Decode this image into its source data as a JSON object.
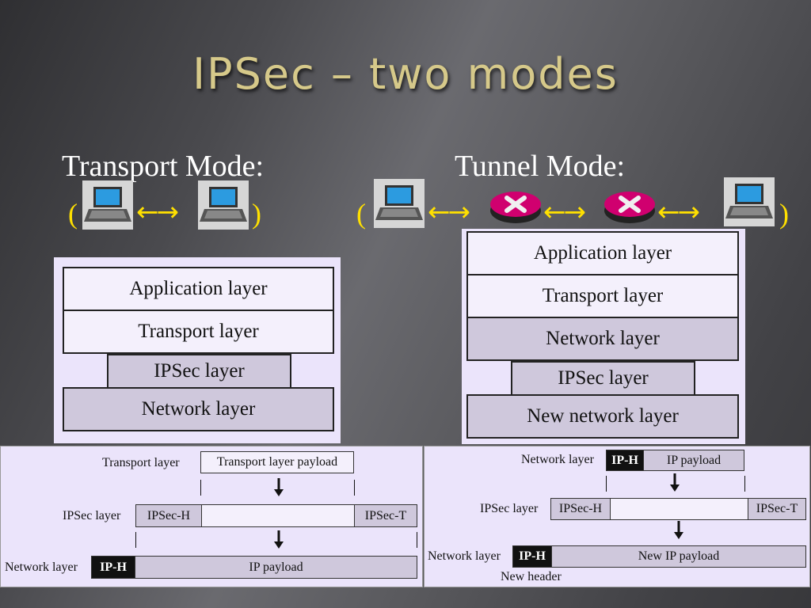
{
  "slide": {
    "title": "IPSec – two modes",
    "colors": {
      "title": "#d6c98a",
      "arrows": "#ffe000",
      "panel": "#ebe4fb",
      "router": "#d0006f"
    }
  },
  "transport": {
    "label": "Transport Mode:",
    "open_paren": "(",
    "close_paren": ")",
    "arrows": "←→",
    "icons": [
      "laptop-icon",
      "laptop-icon"
    ],
    "stack": [
      "Application layer",
      "Transport layer",
      "IPSec layer",
      "Network layer"
    ],
    "packet": {
      "row1_label": "Transport layer",
      "row1_payload": "Transport layer payload",
      "row2_label": "IPSec layer",
      "ipsec_h": "IPSec-H",
      "ipsec_t": "IPSec-T",
      "row3_label": "Network layer",
      "ip_h": "IP-H",
      "ip_payload": "IP payload"
    }
  },
  "tunnel": {
    "label": "Tunnel Mode:",
    "open_paren": "(",
    "close_paren": ")",
    "arrows": [
      "←→",
      "←→",
      "←→"
    ],
    "icons": [
      "laptop-icon",
      "router-icon",
      "router-icon",
      "laptop-icon"
    ],
    "stack": [
      "Application layer",
      "Transport layer",
      "Network layer",
      "IPSec layer",
      "New network layer"
    ],
    "packet": {
      "row1_label": "Network layer",
      "ip_h": "IP-H",
      "ip_payload": "IP payload",
      "row2_label": "IPSec layer",
      "ipsec_h": "IPSec-H",
      "ipsec_t": "IPSec-T",
      "row3_label": "Network layer",
      "new_ip_h": "IP-H",
      "new_ip_payload": "New IP payload",
      "new_header": "New header"
    }
  }
}
